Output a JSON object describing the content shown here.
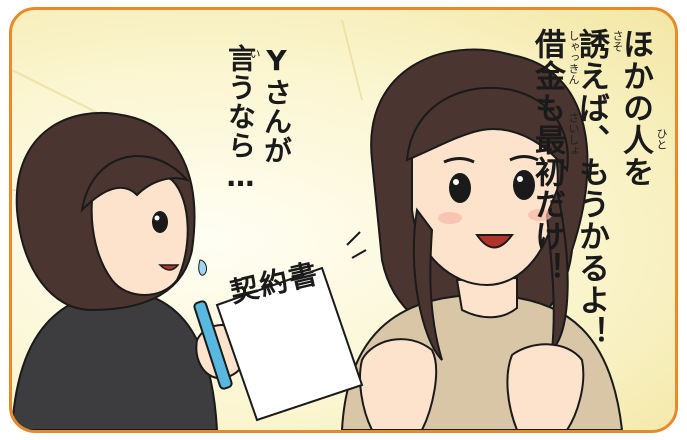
{
  "speech_right": {
    "col1": "ほかの人を",
    "col2": "誘えば、もうかるよ！",
    "col3": "借金も最初だけ！",
    "furigana_hito": "ひと",
    "furigana_sasou": "さそ",
    "furigana_shakkin": "しゃっきん",
    "furigana_saisho": "さいしょ"
  },
  "speech_left": {
    "col1": "Yさんが",
    "col2": "言うなら…",
    "furigana_iu": "い"
  },
  "contract": {
    "label": "契約書"
  },
  "colors": {
    "frame": "#e88a2a",
    "background": "#fbf5cf",
    "hair": "#4a3530",
    "skin": "#fde3cc",
    "sweater": "#d9c6a6",
    "jacket": "#3d3d3f",
    "pen": "#59b8e0"
  }
}
